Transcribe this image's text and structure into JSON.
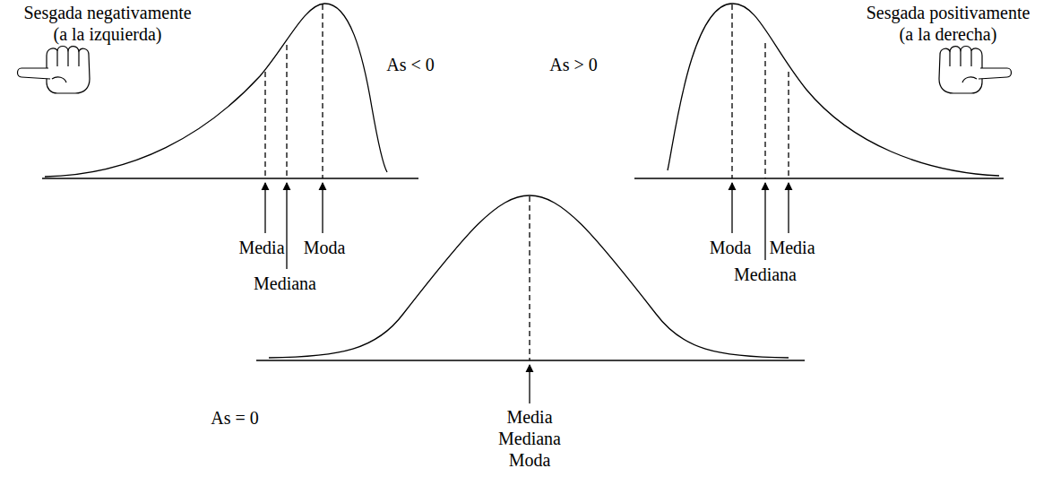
{
  "diagram": {
    "labels": [
      "Sesgada negativamente (a la izquierda)",
      "Sesgada positivamente (a la derecha)",
      "As < 0",
      "Media",
      "Mediana",
      "Moda",
      "As > 0",
      "Moda",
      "Mediana",
      "Media",
      "As = 0",
      "Media",
      "Mediana",
      "Moda"
    ]
  }
}
